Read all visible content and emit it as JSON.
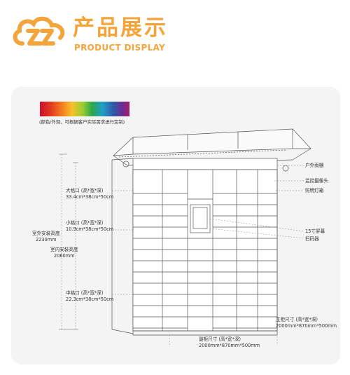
{
  "header": {
    "title_cn": "产品展示",
    "title_en": "PRODUCT DISPLAY",
    "brand_color": "#f3a53b"
  },
  "color_note": "(颜色/外观，可根据客户实际需求进行定制)",
  "labels": {
    "outdoor_height_title": "室外安装高度",
    "outdoor_height_value": "2230mm",
    "indoor_height_title": "室内安装高度",
    "indoor_height_value": "2060mm",
    "large_cell_title": "大格口 (高*宽*深)",
    "large_cell_value": "33.4cm*38cm*50cm",
    "small_cell_title": "小格口 (高*宽*深)",
    "small_cell_value": "10.9cm*38cm*50cm",
    "medium_cell_title": "中格口 (高*宽*深)",
    "medium_cell_value": "22.3cm*38cm*50cm",
    "rain_cover": "户外雨棚",
    "camera": "监控摄像头",
    "light_box": "照明灯箱",
    "screen": "15寸屏幕",
    "scanner": "扫码器",
    "main_cab_title": "主柜尺寸 (高*宽*深)",
    "main_cab_value": "2000mm*870mm*500mm",
    "sub_cab_title": "副柜尺寸 (高*宽*深)",
    "sub_cab_value": "2000mm*870mm*500mm"
  }
}
